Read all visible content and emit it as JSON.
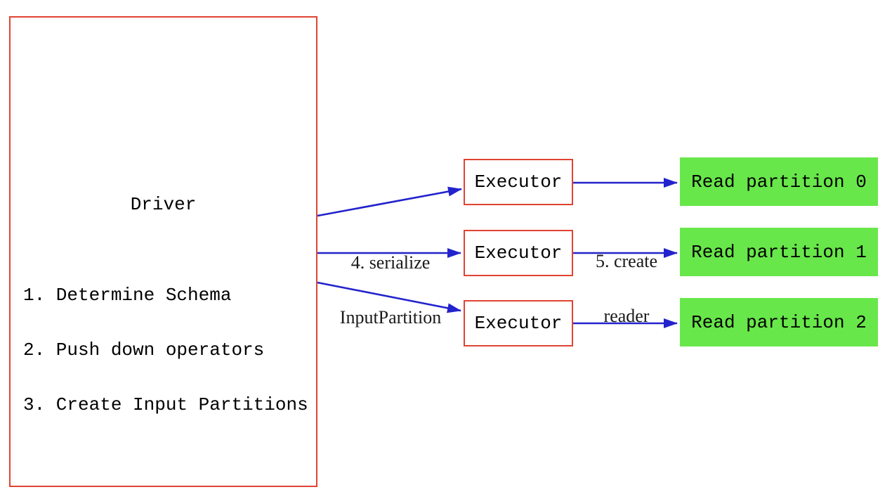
{
  "diagram": {
    "driver": {
      "title": "Driver",
      "steps": [
        "1. Determine Schema",
        "2. Push down operators",
        "3. Create Input Partitions"
      ]
    },
    "executors": [
      {
        "label": "Executor"
      },
      {
        "label": "Executor"
      },
      {
        "label": "Executor"
      }
    ],
    "partitions": [
      {
        "label": "Read partition 0"
      },
      {
        "label": "Read partition 1"
      },
      {
        "label": "Read partition 2"
      }
    ],
    "edge_labels": {
      "serialize_line1": "4. serialize",
      "serialize_line2": "InputPartition",
      "reader_line1": "5. create",
      "reader_line2": "reader"
    },
    "colors": {
      "box_border_red": "#e04332",
      "arrow_blue": "#2323cd",
      "partition_green": "#68e74a",
      "text_black": "#000000",
      "background": "#ffffff"
    }
  }
}
